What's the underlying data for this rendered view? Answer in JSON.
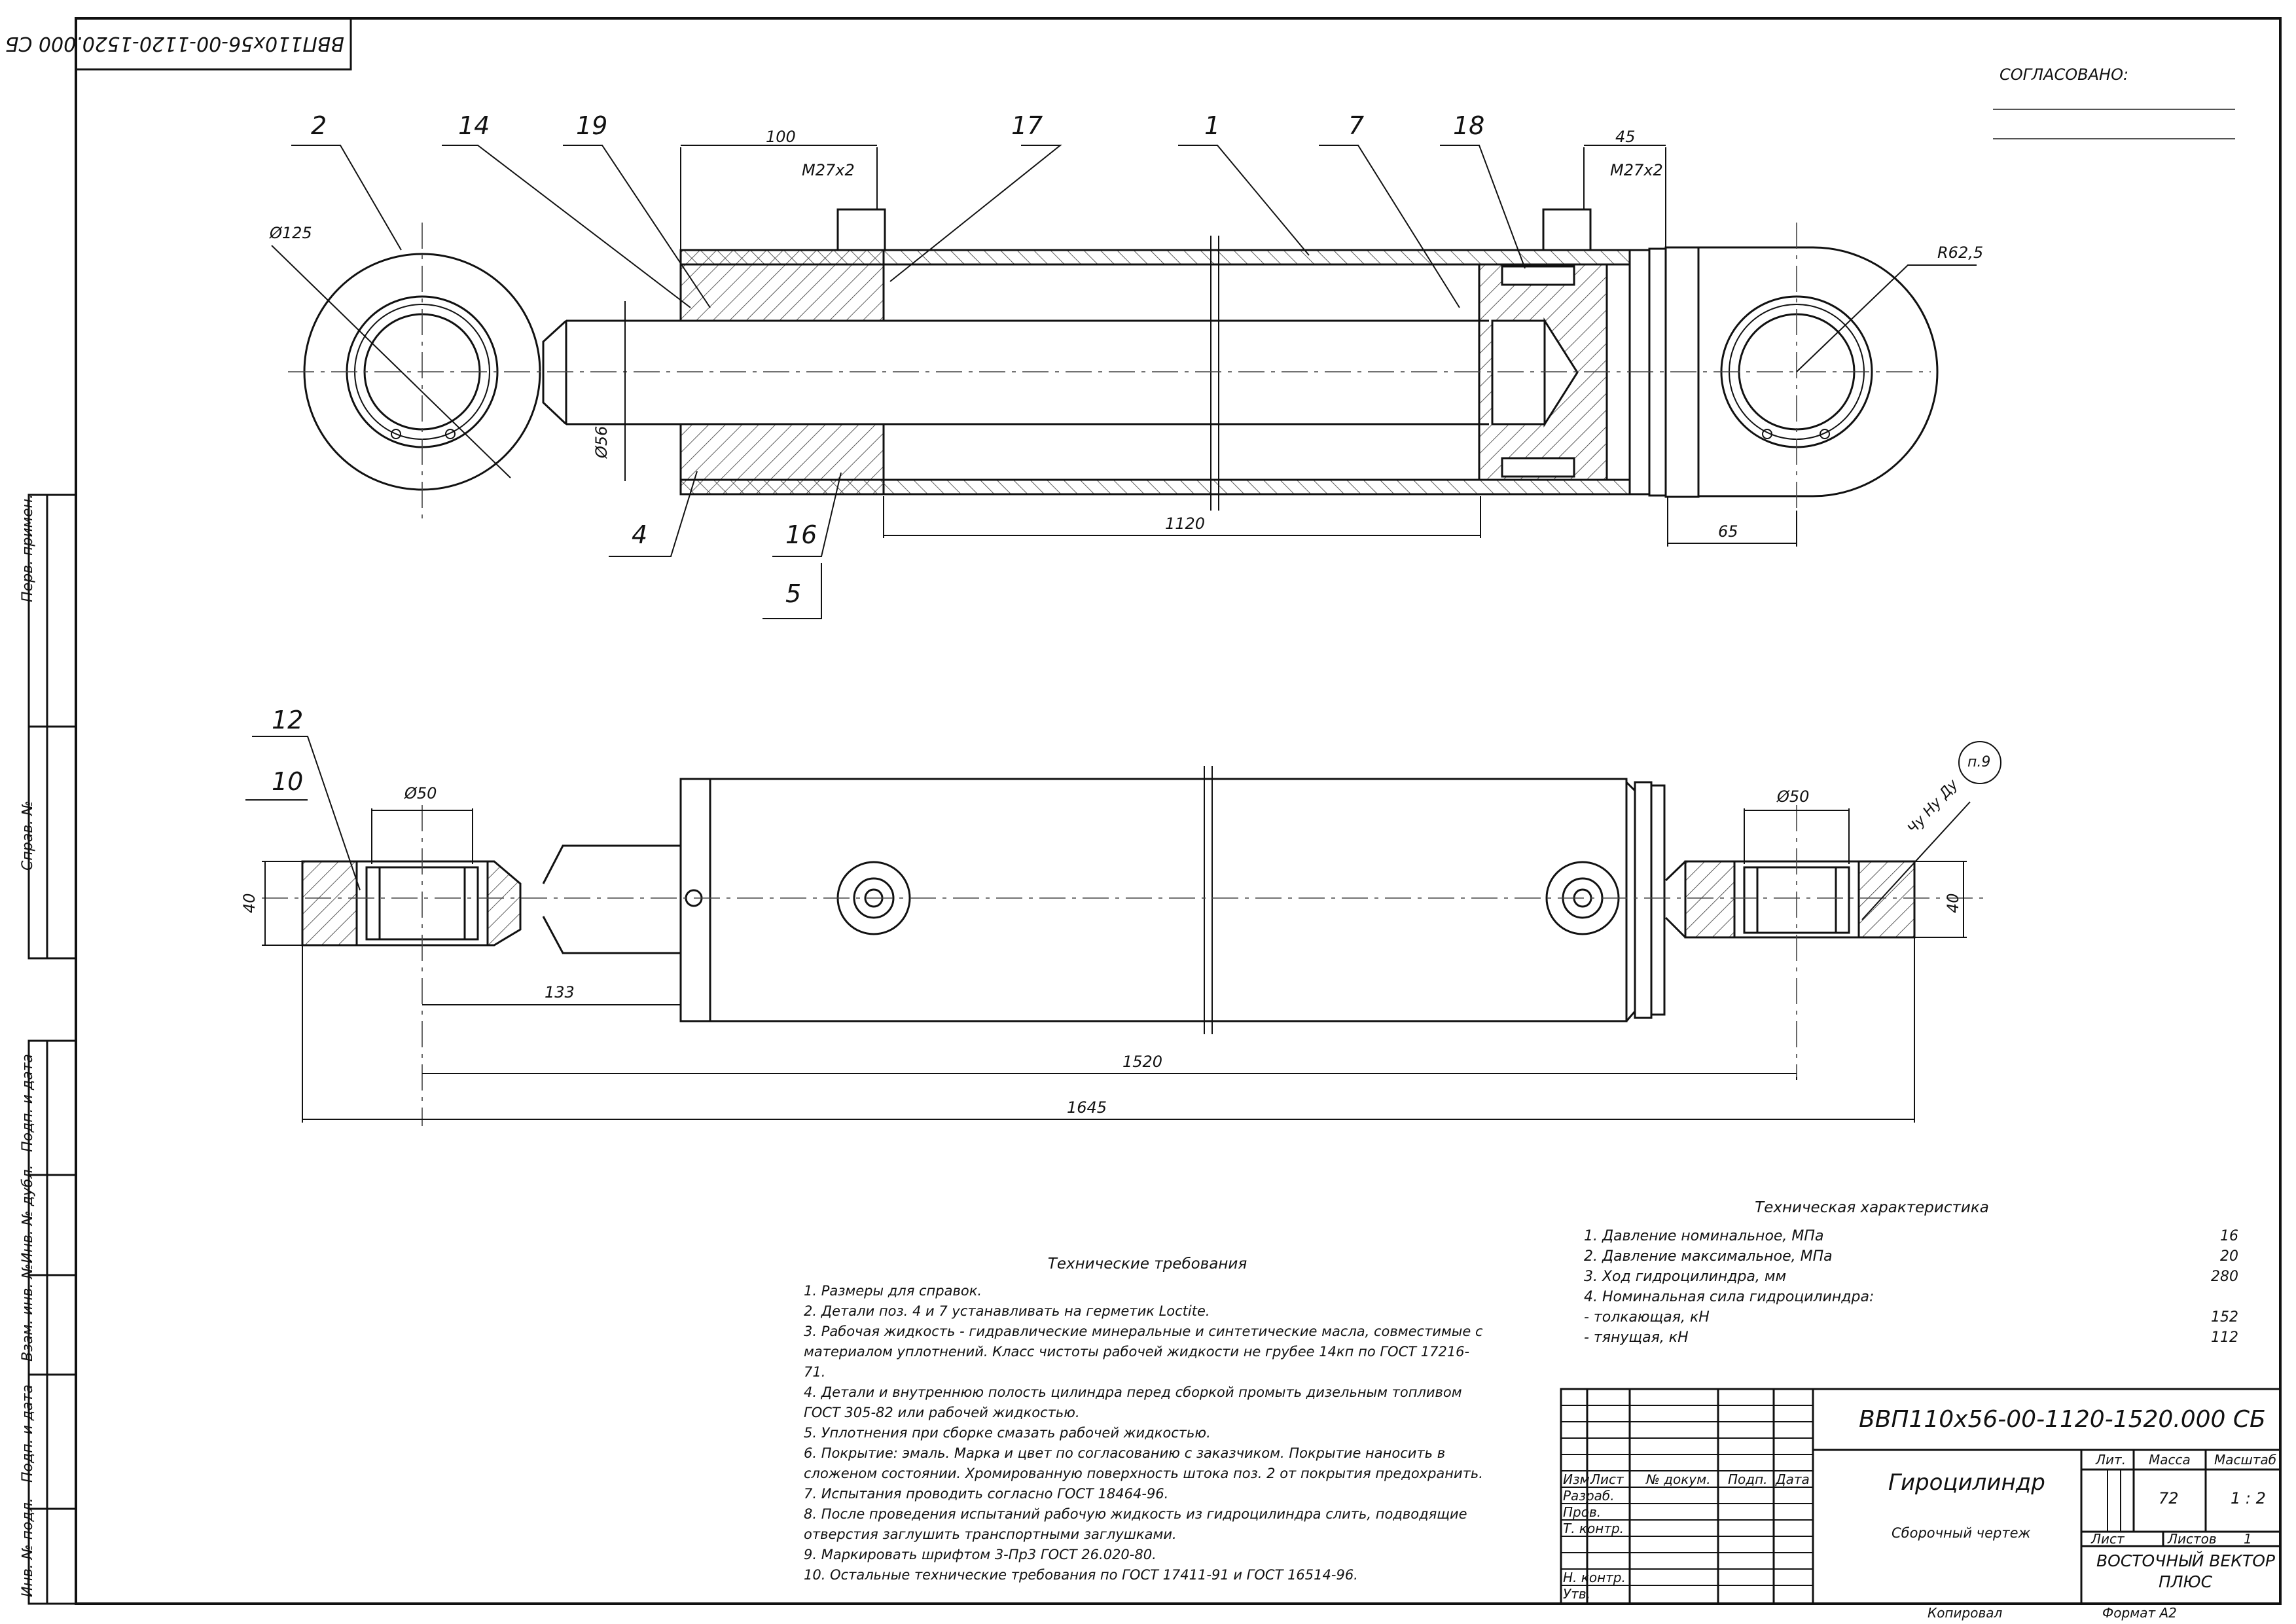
{
  "corner_stamp": "ВВП110x56-00-1120-1520.000 СБ",
  "approval": "СОГЛАСОВАНО:",
  "left_strip": {
    "perv_primen": "Перв. примен.",
    "sprav_no": "Справ. №",
    "podp_data_1": "Подп. и дата",
    "inv_dubl": "Инв. № дубл.",
    "vzam_inv": "Взам. инв. №",
    "podp_data_2": "Подп. и дата",
    "inv_podl": "Инв. № подл."
  },
  "top_view": {
    "callouts": [
      "2",
      "14",
      "19",
      "17",
      "1",
      "7",
      "18",
      "4",
      "16",
      "5"
    ],
    "dims": {
      "d125": "Ø125",
      "d100": "100",
      "m27_left": "M27x2",
      "d45": "45",
      "m27_right": "M27x2",
      "r625": "R62,5",
      "d56": "Ø56",
      "d1120": "1120",
      "d65": "65"
    }
  },
  "bottom_view": {
    "callouts": [
      "12",
      "10"
    ],
    "dims": {
      "d50_left": "Ø50",
      "d50_right": "Ø50",
      "d40_left": "40",
      "d40_right": "40",
      "d133": "133",
      "d1520": "1520",
      "d1645": "1645",
      "roughness": "Чy Нy Дy",
      "note": "п.9"
    }
  },
  "requirements": {
    "title": "Технические требования",
    "lines": [
      "1.     Размеры для справок.",
      "2.     Детали поз.   4 и   7 устанавливать на герметик Loctite.",
      "3.     Рабочая жидкость - гидравлические минеральные и синтетические масла, совместимые с",
      "материалом уплотнений. Класс чистоты рабочей жидкости не грубее 14кп по ГОСТ 17216-71.",
      "4.     Детали и внутреннюю полость  цилиндра перед  сборкой промыть  дизельным  топливом",
      "ГОСТ 305-82 или рабочей жидкостью.",
      "5.     Уплотнения при сборке смазать рабочей жидкостью.",
      "6.     Покрытие: эмаль. Марка и цвет по согласованию с заказчиком. Покрытие наносить в",
      "сложеном состоянии. Хромированную поверхность штока поз.     2 от покрытия предохранить.",
      "7.     Испытания проводить согласно ГОСТ 18464-96.",
      "8.     После проведения испытаний рабочую жидкость из гидроцилиндра слить, подводящие",
      "отверстия заглушить транспортными заглушками.",
      "9.     Маркировать шрифтом 3-Пр3 ГОСТ 26.020-80.",
      "10.   Остальные технические требования по ГОСТ 17411-91 и ГОСТ 16514-96."
    ]
  },
  "characteristics": {
    "title": "Техническая характеристика",
    "rows": [
      {
        "label": "1.     Давление номинальное, МПа",
        "value": "16"
      },
      {
        "label": "2.     Давление максимальное, МПа",
        "value": "20"
      },
      {
        "label": "3.     Ход гидроцилиндра, мм",
        "value": "280"
      },
      {
        "label": "4.     Номинальная сила гидроцилиндра:",
        "value": ""
      },
      {
        "label": "- толкающая, кН",
        "value": "152"
      },
      {
        "label": "- тянущая, кН",
        "value": "112"
      }
    ]
  },
  "title_block": {
    "designation": "ВВП110x56-00-1120-1520.000 СБ",
    "name": "Гироцилиндр",
    "doc_type": "Сборочный чертеж",
    "col_izm": "Изм.",
    "col_list": "Лист",
    "col_docum": "№ докум.",
    "col_podp": "Подп.",
    "col_data": "Дата",
    "razrab": "Разраб.",
    "prov": "Пров.",
    "tkontr": "Т. контр.",
    "nkontr": "Н. контр.",
    "utv": "Утв.",
    "lit": "Лит.",
    "massa": "Масса",
    "masshtab": "Масштаб",
    "mass_value": "72",
    "scale_value": "1 : 2",
    "sheet": "Лист",
    "sheets": "Листов",
    "sheets_value": "1",
    "company_line1": "ВОСТОЧНЫЙ ВЕКТОР",
    "company_line2": "ПЛЮС",
    "copied": "Копировал",
    "format": "Формат A2"
  }
}
